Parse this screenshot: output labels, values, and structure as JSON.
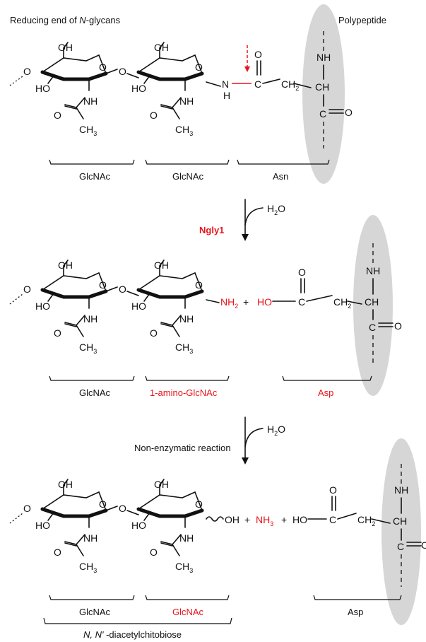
{
  "header": {
    "reducing_end_prefix": "Reducing end of ",
    "reducing_end_italic": "N",
    "reducing_end_suffix": "-glycans",
    "polypeptide": "Polypeptide"
  },
  "atoms": {
    "OH": "OH",
    "HO": "HO",
    "NH": "NH",
    "N_H": "N",
    "H": "H",
    "O": "O",
    "C": "C",
    "CH": "CH",
    "CH3_main": "CH",
    "CH3_sub": "3",
    "CH2_main": "CH",
    "CH2_sub": "2",
    "NH2_main": "NH",
    "NH2_sub": "2",
    "NH3_main": "NH",
    "NH3_sub": "3",
    "H2O_H": "H",
    "H2O_sub": "2",
    "H2O_O": "O",
    "plus": "+"
  },
  "labels": {
    "glcnac": "GlcNAc",
    "asn": "Asn",
    "asp": "Asp",
    "amino_glcnac": "1-amino-GlcNAc",
    "enzyme": "Ngly1",
    "non_enzymatic": "Non-enzymatic reaction",
    "chitobiose_italic": "N, N'",
    "chitobiose_rest": " -diacetylchitobiose"
  },
  "colors": {
    "highlight": "#e8141b",
    "ellipse": "#d6d6d6",
    "ink": "#111111"
  }
}
